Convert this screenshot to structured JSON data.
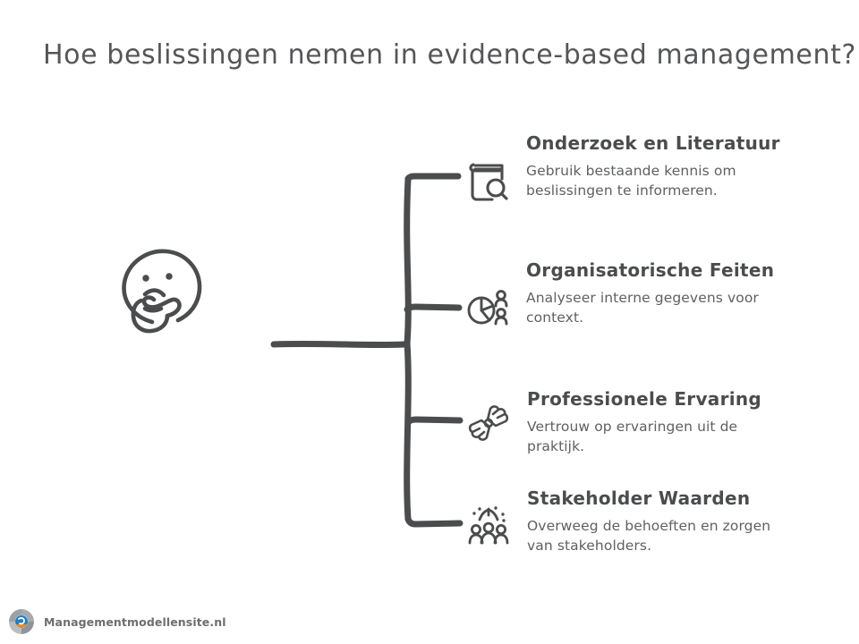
{
  "page": {
    "title": "Hoe beslissingen nemen in evidence-based management?",
    "background_color": "#ffffff",
    "ink_color": "#4b4c4e",
    "body_text_color": "#5f6062"
  },
  "central_node": {
    "icon": "thinking-face-icon",
    "label": ""
  },
  "branches": [
    {
      "icon": "book-search-icon",
      "title": "Onderzoek en Literatuur",
      "description": "Gebruik bestaande kennis om beslissingen te informeren."
    },
    {
      "icon": "pie-chart-people-icon",
      "title": "Organisatorische Feiten",
      "description": "Analyseer interne gegevens voor context."
    },
    {
      "icon": "handshake-icon",
      "title": "Professionele Ervaring",
      "description": "Vertrouw op ervaringen uit de praktijk."
    },
    {
      "icon": "stakeholder-group-icon",
      "title": "Stakeholder Waarden",
      "description": "Overweeg de behoeften en zorgen van stakeholders."
    }
  ],
  "footer": {
    "logo_icon": "circular-donut-logo",
    "label": "Managementmodellensite.nl",
    "logo_colors": {
      "gray": "#9ea2a6",
      "blue": "#1f7ec4",
      "orange": "#ef8b22"
    }
  }
}
